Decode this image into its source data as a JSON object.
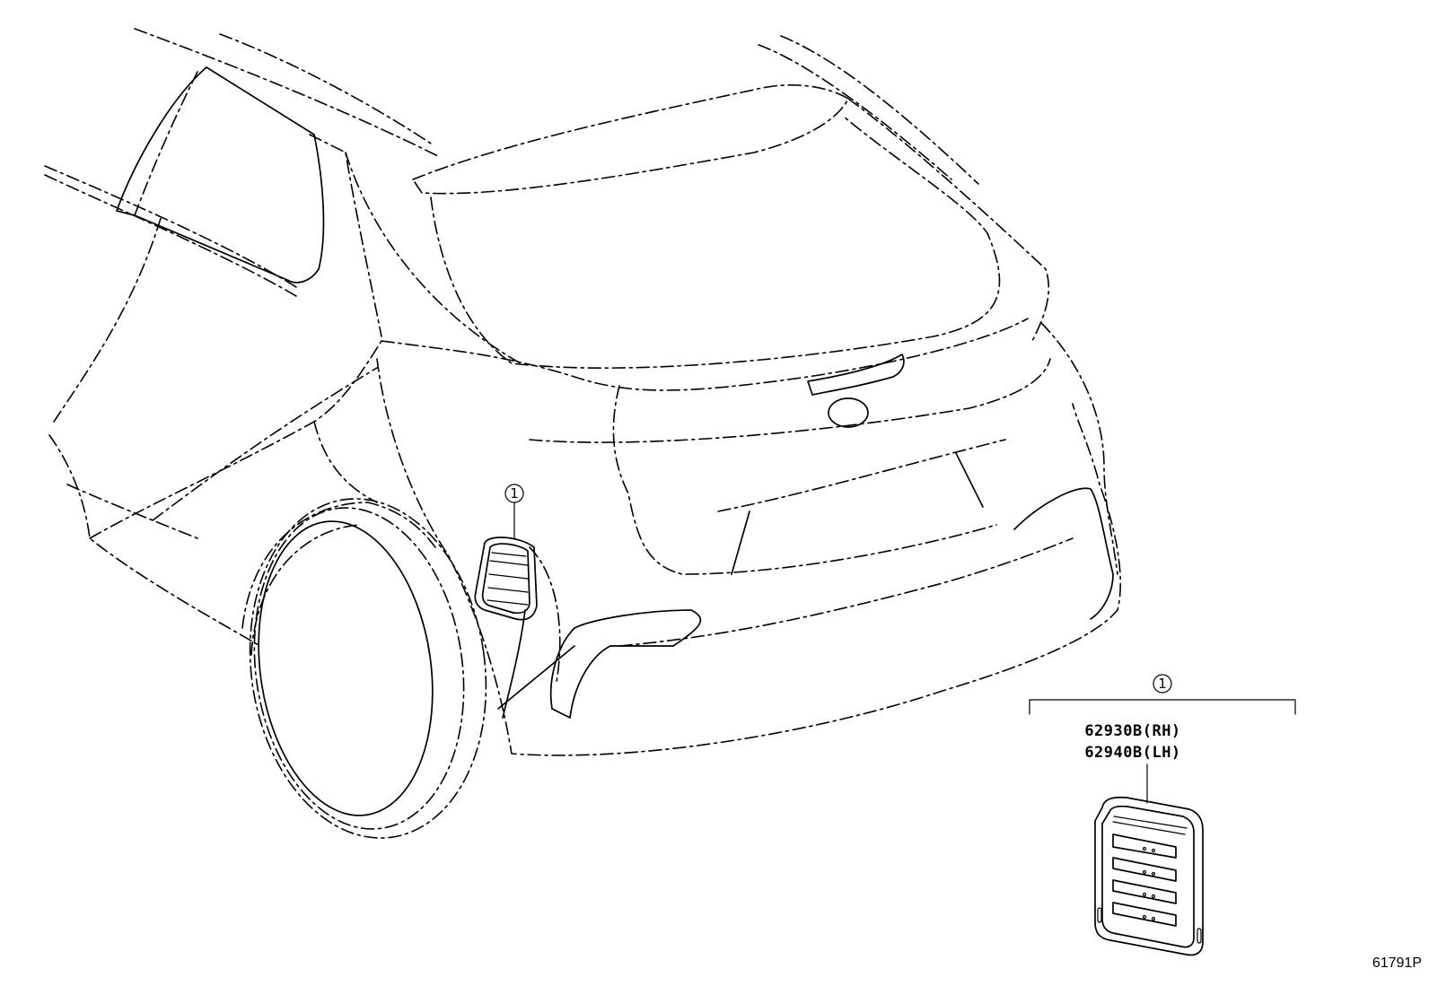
{
  "callout": {
    "number": "1"
  },
  "parts": [
    {
      "part_number": "62930B(RH)"
    },
    {
      "part_number": "62940B(LH)"
    }
  ],
  "figure_ref": "61791P"
}
